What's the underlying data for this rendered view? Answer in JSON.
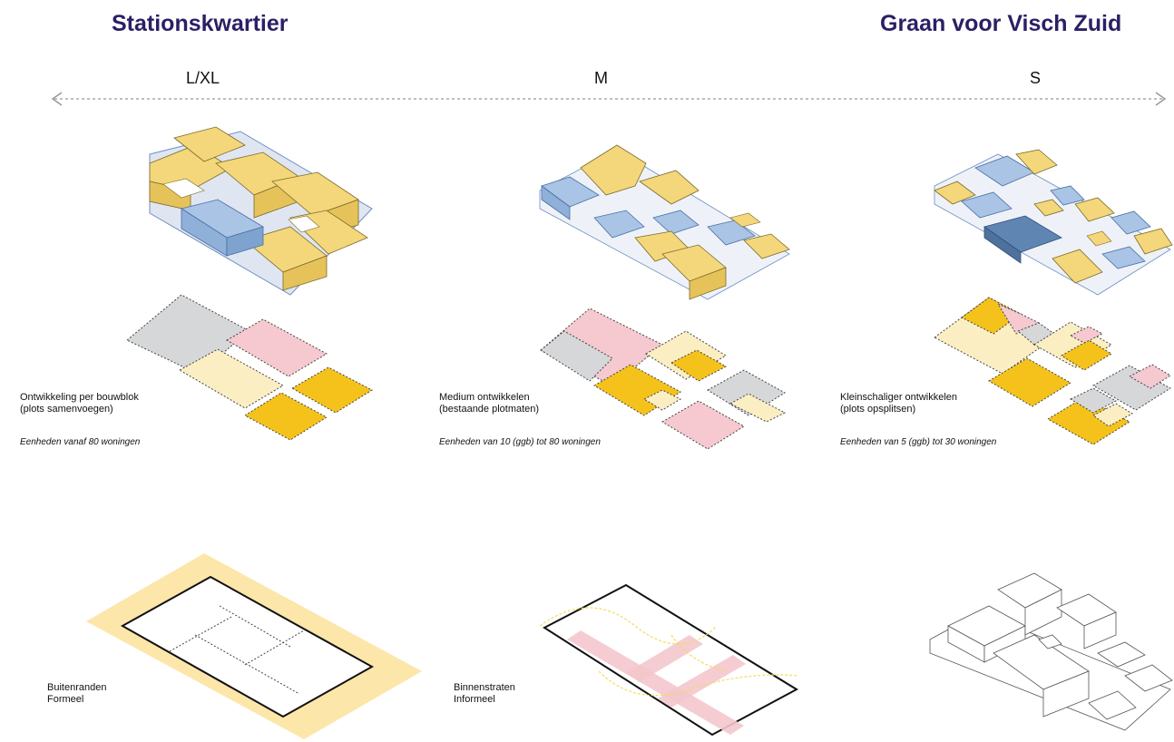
{
  "headings": {
    "left": "Stationskwartier",
    "right": "Graan voor Visch Zuid"
  },
  "scale": {
    "labels": [
      "L/XL",
      "M",
      "S"
    ]
  },
  "columns": [
    {
      "caption_line1": "Ontwikkeling per bouwblok",
      "caption_line2": "(plots samenvoegen)",
      "units": "Eenheden vanaf 80 woningen"
    },
    {
      "caption_line1": "Medium ontwikkelen",
      "caption_line2": "(bestaande plotmaten)",
      "units": "Eenheden van 10 (ggb) tot 80 woningen"
    },
    {
      "caption_line1": "Kleinschaliger ontwikkelen",
      "caption_line2": "(plots opsplitsen)",
      "units": "Eenheden van 5 (ggb) tot 30 woningen"
    }
  ],
  "bottom": {
    "left_line1": "Buitenranden",
    "left_line2": "Formeel",
    "mid_line1": "Binnenstraten",
    "mid_line2": "Informeel"
  },
  "colors": {
    "heading": "#2b1f66",
    "yellow_block": "#f3d77a",
    "blue_block": "#a9c4e4",
    "dark_blue_block": "#5f86b3",
    "plot_grey": "#d5d7d9",
    "plot_pink": "#f5c9cf",
    "plot_light_yellow": "#fbeec2",
    "plot_yellow": "#f5c21b",
    "street_pink": "#f4c6cc",
    "edge_yellow": "#fbe29a"
  }
}
